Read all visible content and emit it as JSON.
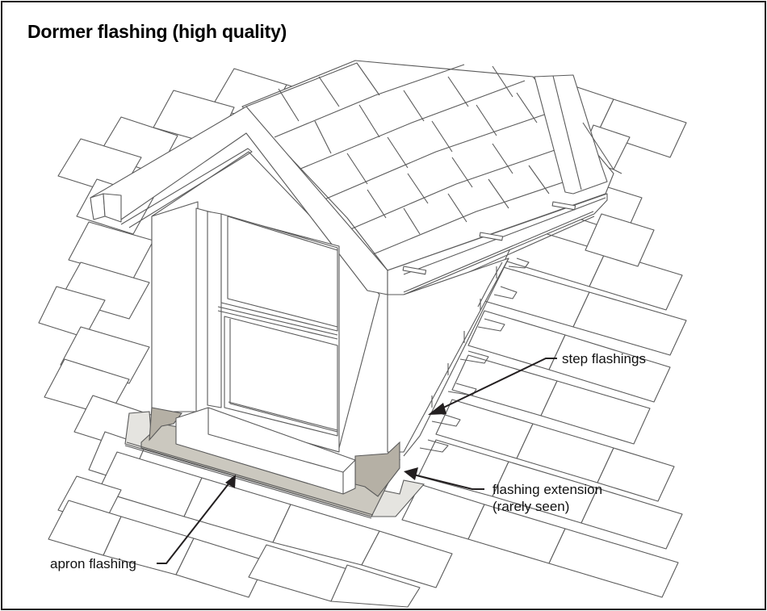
{
  "figure": {
    "title": "Dormer flashing (high quality)",
    "labels": {
      "step_flashings": "step flashings",
      "flashing_extension_line1": "flashing extension",
      "flashing_extension_line2": "(rarely seen)",
      "apron_flashing": "apron flashing"
    },
    "colors": {
      "frame": "#231f20",
      "line": "#5a5a5a",
      "apron_flashing_fill": "#cbc8bf",
      "apron_flashing_edge_fill": "#e5e4e0",
      "apron_flashing_shadow_fill": "#b5b0a5",
      "arrow": "#231f20"
    }
  }
}
